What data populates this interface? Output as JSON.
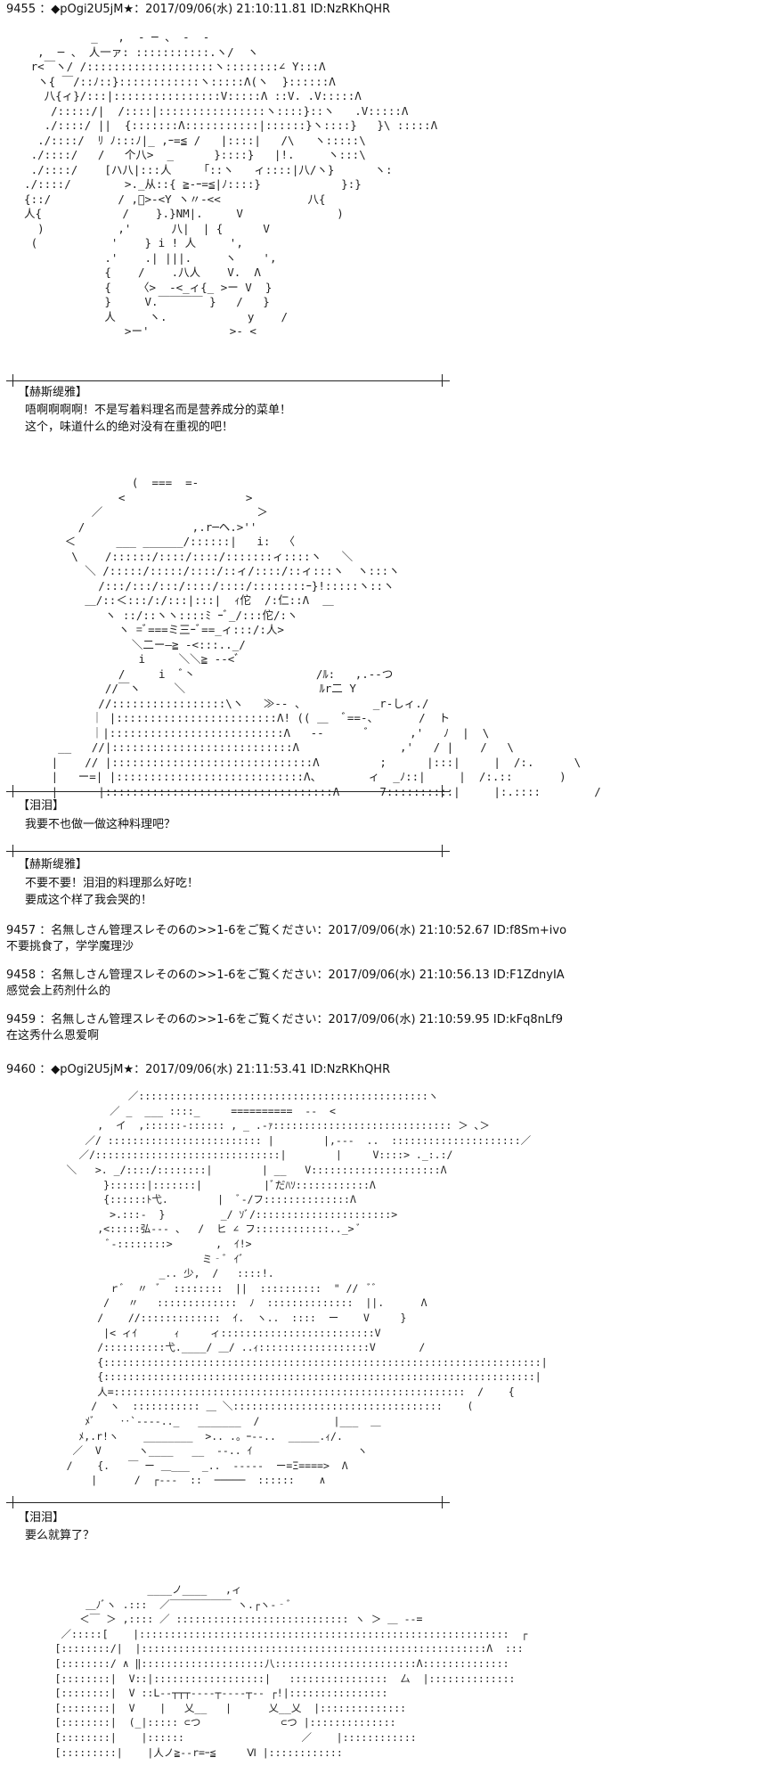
{
  "posts": [
    {
      "header": "9455 ：◆pOgi2U5jM★：2017/09/06(水) 21:10:11.81 ID:NzRKhQHR"
    },
    {
      "header": "9457 ：名無しさん管理スレその6の>>1-6をご覧ください：2017/09/06(水) 21:10:52.67 ID:f8Sm+ivo",
      "body": "不要挑食了，学学魔理沙"
    },
    {
      "header": "9458 ：名無しさん管理スレその6の>>1-6をご覧ください：2017/09/06(水) 21:10:56.13 ID:F1ZdnyIA",
      "body": "感觉会上药剂什么的"
    },
    {
      "header": "9459 ：名無しさん管理スレその6の>>1-6をご覧ください：2017/09/06(水) 21:10:59.95 ID:kFq8nLf9",
      "body": "在这秀什么恩爱啊"
    },
    {
      "header": "9460 ：◆pOgi2U5jM★：2017/09/06(水) 21:11:53.41 ID:NzRKhQHR"
    }
  ],
  "dialogues": [
    {
      "speaker": "【赫斯缇雅】",
      "lines": [
        "唔啊啊啊啊！不是写着料理名而是营养成分的菜单！",
        "这个，味道什么的绝对没有在重视的吧！"
      ]
    },
    {
      "speaker": "【泪泪】",
      "lines": [
        "我要不也做一做这种料理吧？"
      ]
    },
    {
      "speaker": "【赫斯缇雅】",
      "lines": [
        "不要不要！泪泪的料理那么好吃！",
        "要成这个样了我会哭的！"
      ]
    },
    {
      "speaker": "【泪泪】",
      "lines": [
        "要么就算了？"
      ]
    }
  ],
  "art": {
    "a1": "            _   ,  ‐ ─ 、 ‐  -\n    ,  ─ 、 人一ァ: :::::::::::.ヽ/  ヽ\n   r<￣ヽ/ /:::::::::::::::::::ヽ::::::::∠ Y:::Λ\n    ヽ{ ￣/::ﾉ::}::::::::::::ヽ:::::Λ(ヽ  }::::::Λ\n     八{ィ}/:::|::::::::::::::::V:::::Λ ::V. .V:::::Λ\n      /:::::/|  /::::|::::::::::::::::ヽ::::}::ヽ   .V:::::Λ\n     ./::::/ ||  {:::::::Λ:::::::::::|::::::}ヽ::::}   }\\ :::::Λ\n    ./::::/  ﾘ ﾉ:::ﾉ|_ ,ｰ=≦ /   |::::|   /\\   ヽ:::::\\\n   ./::::/   /   个八>  _      }::::}   |!.     ヽ:::\\\n   ./::::/    [ハ八|:::人    「::ヽ   ィ::::|八/ヽ}      ヽ:\n  ./::::/        >._从::{ ≧-ｰ=≦|ﾉ::::}            }:}\n  {::/          / ,ﾞ>-<Y ヽ〃-<<             八{\n  人{            /    }.}NM|.     V              )\n    )           ,'      八|  | {      V\n   (           '    } i ! 人     ',\n              .'    .| |||.     ヽ    ',\n              {    /    .八人    V.  Λ\n              {    〈>  -<_ィ{_ >ー V  }\n              }     V.￣￣￣￣ }   /   }\n              人     ヽ.            y    /\n                 >ー'            >- <",
    "a2": "                 (  ===  =-\n               <                  >\n           ／                       ＞\n         /                ,.r─ヘ.>''\n       ＜      ___ ______/::::::|   i:  〈\n        \\    /::::::/::::/::::/:::::::ィ::::ヽ   ＼\n          ＼ /:::::/:::::/::::/::ィ/::::/::ィ:::ヽ  ヽ:::ヽ\n            /:::/:::/:::/::::/::::/::::::::ｰ}!:::::ヽ::ヽ\n          ＿/::＜:::/:/:::|:::|  ｨ佗  /:仁::Λ  ＿\n             ヽ ::/::ヽヽ::::ﾐ ｰﾞ_/:::佗/:ヽ\n               ヽ =ﾞ===ミ三ｰﾞ==_ィ:::/:人>\n                 ＼二ー―≧ ‐<:::.._/\n                  i     ＼＼≧ -‐<ﾞ\n               /     i  ﾞ丶                  /ﾙ:   ,.-‐つ\n             //￣ヽ     ＼                    ﾙr二 Y\n            //:::::::::::::::::\\ヽ   ≫-- 、          _r-しィ./\n           ｜ |::::::::::::::::::::::::Λ! (( ＿  ﾞ==-、      /  ト\n           ｜|::::::::::::::::::::::::::Λ   ‐‐      ﾞ      ,'   ﾉ  |  \\\n      __   //|:::::::::::::::::::::::::::Λ               ,'   / |    /   \\\n     |    // |::::::::::::::::::::::::::::::Λ         ;      |:::|     |  /:.      \\\n     |   ー=| |::::::::::::::::::::::::::::Λ、       ィ  _ﾉ::|     |  /:.::       )\n     |      |::::::::::::::::::::::::::::::::::Λ      7::::::::::|     |:.::::        /",
    "a3": "               ／:::::::::::::::::::::::::::::::::::::::::::::::ヽ\n            ／ _  ___ ::::_     ==========  ‐‐  <\n          ,  イ  ,::::::-:::::: , _ .-ｧ::::::::::::::::::::::::::::: ＞ ､＞\n        ／/ ::::::::::::::::::::::::: |        |,---  ..  :::::::::::::::::::::／\n       ／/::::::::::::::::::::::::::::::|        |     V::::> ._:.:/\n     ＼   >. _/::::/::::::::|        | __   V:::::::::::::::::::::Λ\n           }::::::|:::::::|          |ﾞだﾊｿ::::::::::::Λ\n           {::::::ﾄ弋.        |  ﾞ‐/フ::::::::::::::Λ\n            >.:::-  }         _/ ｿﾞ/::::::::::::::::::::::>\n          ,<:::::弘‐‐‐ 、  /  ヒ ∠ フ::::::::::::.._> ﾞ\n            ﾞ‐::::::::>       ,  ｲ!>\n                           ミ‐ﾞ ｲﾞ\n                    _.. 少,  /   ::::!.\n            ｒﾞ  〃  ﾞ  ::::::::  ||  ::::::::::  \" //  ﾞﾞ\n           /   〃   :::::::::::::  ﾉ  ::::::::::::::  ||.      Λ\n          /    //:::::::::::::  ｲ.  ヽ..  ::::  ー    V     }\n           |< ィｲ      ｨ     ィ:::::::::::::::::::::::::V\n          /::::::::::弋.____/ ＿/ ..ｨ::::::::::::::::::V       /\n          {:::::::::::::::::::::::::::::::::::::::::::::::::::::::::::::::::::::::|\n          {::::::::::::::::::::::::::::::::::::::::::::::::::::::::::::::::::::::|\n          人=:::::::::::::::::::::::::::::::::::::::::::::::::::::::::  /    {\n         /  ヽ  ::::::::::: ＿ ＼::::::::::::::::::::::::::::::::::    (\n        ﾒﾞ    ‥`‐---.._   _______  /            |___  ＿\n       ﾒ,.r!ヽ    ________  >.. .。ｰ‐-..  _____.ｨ/.\n      ／  V      ヽ____   __  --.. ｲ                 ヽ\n     /    {.   ￣ ー ＿___  _..  ----‐  ー=Ξ====>  Λ\n         |      /  ┌‐‐‐  ::  ─────  ::::::    ∧",
    "a4": "                     ____ノ____   ,ィ\n           ＿ﾉﾞヽ .:::  ／￣￣￣￣￣￣ ヽ.┌ヽ‐‐ﾞ\n          ＜￣ ＞ ,:::: ／ :::::::::::::::::::::::::::: ヽ ＞ ＿ ‐-=\n       ／:::::[    |::::::::::::::::::::::::::::::::::::::::::::::::::::::::::::  ┌\n      [::::::::/|  |::::::::::::::::::::::::::::::::::::::::::::::::::::::::Λ  :::\n      [::::::::/ ∧ ‖::::::::::::::::::::八:::::::::::::::::::::::Λ::::::::::::::\n      [::::::::|  V::|::::::::::::::::::|   ::::::::::::::::  厶  |::::::::::::::\n      [::::::::|  V ::L‐‐┬┬┬‐‐‐‐┬‐‐‐‐┬‐‐ ┌!|::::::::::::::::\n      [::::::::|  V    |   乂__   |      乂__乂  |::::::::::::::\n      [::::::::|  (_|::::: ⊂つ             ⊂つ |::::::::::::::\n      [::::::::|    |::::::                   ／    |::::::::::::\n      [:::::::::|    |人ノ≧‐‐r=ｰ≦     Ⅵ |::::::::::::"
  }
}
